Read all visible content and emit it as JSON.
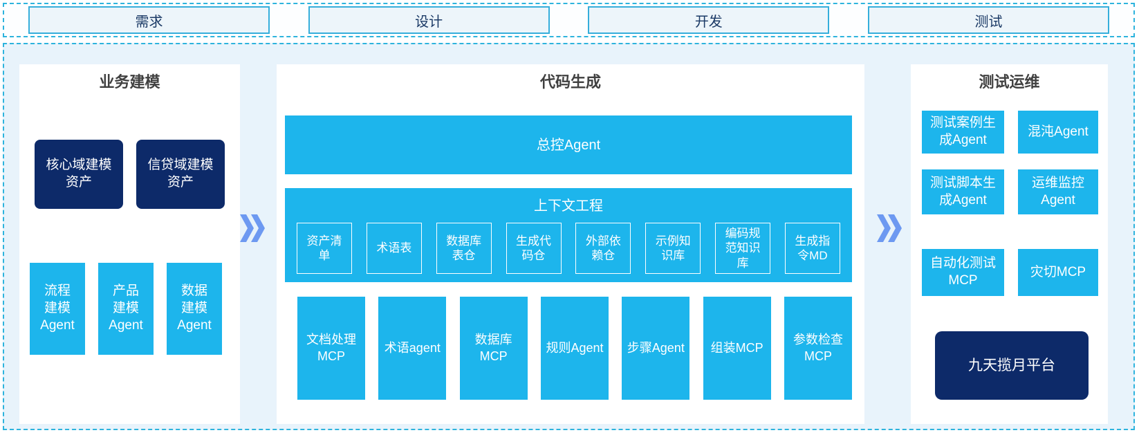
{
  "colors": {
    "cyan": "#1db5ec",
    "navy": "#0d2a69",
    "container_fill": "#e8f3fb",
    "dashed_border": "#2db3dd",
    "chevron_blue": "#6d99f1",
    "section_title_text": "#404040",
    "phase_text": "#1b3a66"
  },
  "phases": [
    "需求",
    "设计",
    "开发",
    "测试"
  ],
  "business_modeling": {
    "title": "业务建模",
    "assets": [
      "核心域建模资产",
      "信贷域建模资产"
    ],
    "agents": [
      "流程建模Agent",
      "产品建模Agent",
      "数据建模Agent"
    ]
  },
  "code_generation": {
    "title": "代码生成",
    "master_agent": "总控Agent",
    "context": {
      "title": "上下文工程",
      "items": [
        "资产清单",
        "术语表",
        "数据库表仓",
        "生成代码仓",
        "外部依赖仓",
        "示例知识库",
        "编码规范知识库",
        "生成指令MD"
      ]
    },
    "tools": [
      "文档处理MCP",
      "术语agent",
      "数据库MCP",
      "规则Agent",
      "步骤Agent",
      "组装MCP",
      "参数检查MCP"
    ]
  },
  "test_ops": {
    "title": "测试运维",
    "boxes": [
      "测试案例生成Agent",
      "混沌Agent",
      "测试脚本生成Agent",
      "运维监控Agent",
      "自动化测试MCP",
      "灾切MCP"
    ],
    "platform": "九天揽月平台"
  }
}
